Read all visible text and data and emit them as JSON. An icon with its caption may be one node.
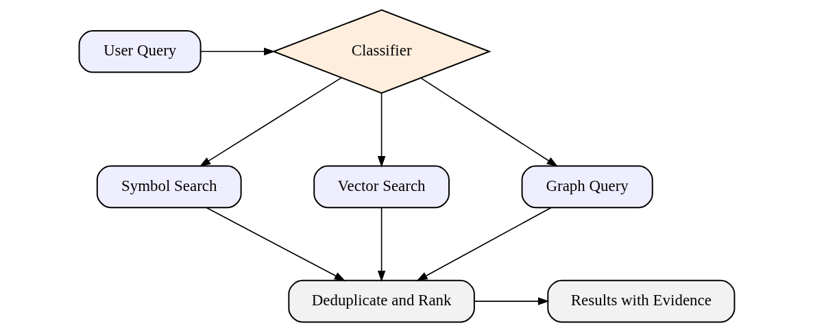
{
  "diagram": {
    "nodes": [
      {
        "text": [
          "User Query"
        ]
      },
      {
        "text": [
          "Classifier"
        ]
      },
      {
        "text": [
          "Symbol Search"
        ]
      },
      {
        "text": [
          "Vector Search"
        ]
      },
      {
        "text": [
          "Graph Query"
        ]
      },
      {
        "text": [
          "Deduplicate and Rank"
        ]
      },
      {
        "text": [
          "Results with Evidence"
        ]
      }
    ],
    "edges": [
      {
        "from": 0,
        "to": 1,
        "arrow": "to"
      },
      {
        "from": 1,
        "to": 2,
        "arrow": "to"
      },
      {
        "from": 1,
        "to": 3,
        "arrow": "to"
      },
      {
        "from": 1,
        "to": 4,
        "arrow": "to"
      },
      {
        "from": 2,
        "to": 5,
        "arrow": "to"
      },
      {
        "from": 3,
        "to": 5,
        "arrow": "to"
      },
      {
        "from": 4,
        "to": 5,
        "arrow": "to"
      },
      {
        "from": 5,
        "to": 6,
        "arrow": "to"
      }
    ]
  }
}
